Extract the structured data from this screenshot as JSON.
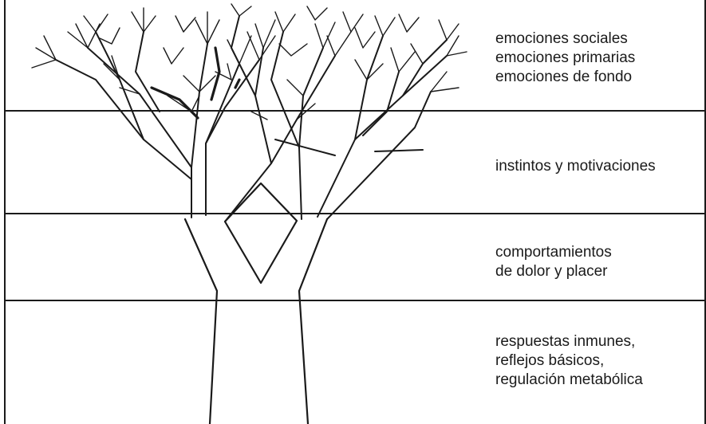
{
  "levels": [
    {
      "lines": [
        "emociones sociales",
        "emociones primarias",
        "emociones de fondo"
      ]
    },
    {
      "lines": [
        "instintos y motivaciones"
      ]
    },
    {
      "lines": [
        "comportamientos",
        "de dolor y placer"
      ]
    },
    {
      "lines": [
        "respuestas inmunes,",
        "reflejos básicos,",
        "regulación metabólica"
      ]
    }
  ]
}
